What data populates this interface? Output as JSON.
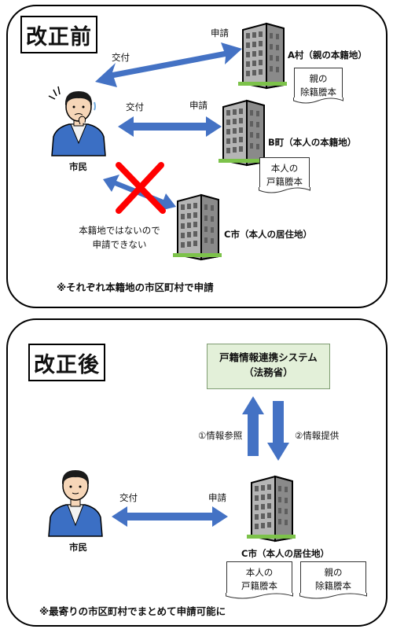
{
  "before": {
    "title": "改正前",
    "exchange_1": "交付",
    "apply_1": "申請",
    "building_a": "A村（親の本籍地）",
    "doc_a": [
      "親の",
      "除籍謄本"
    ],
    "exchange_2": "交付",
    "apply_2": "申請",
    "building_b": "B町（本人の本籍地）",
    "doc_b": [
      "本人の",
      "戸籍謄本"
    ],
    "citizen": "市民",
    "cannot_apply": [
      "本籍地ではないので",
      "申請できない"
    ],
    "building_c": "C市（本人の居住地）",
    "note": "※それぞれ本籍地の市区町村で申請"
  },
  "after": {
    "title": "改正後",
    "system": [
      "戸籍情報連携システム",
      "（法務省）"
    ],
    "ref": "①情報参照",
    "provide": "②情報提供",
    "exchange": "交付",
    "apply": "申請",
    "citizen": "市民",
    "building_c": "C市（本人の居住地）",
    "doc_1": [
      "本人の",
      "戸籍謄本"
    ],
    "doc_2": [
      "親の",
      "除籍謄本"
    ],
    "note": "※最寄りの市区町村でまとめて申請可能に"
  },
  "colors": {
    "arrow": "#4472c4",
    "cross": "#ff0000",
    "system_bg": "#e3f0d9",
    "shirt": "#3b6fc4"
  }
}
